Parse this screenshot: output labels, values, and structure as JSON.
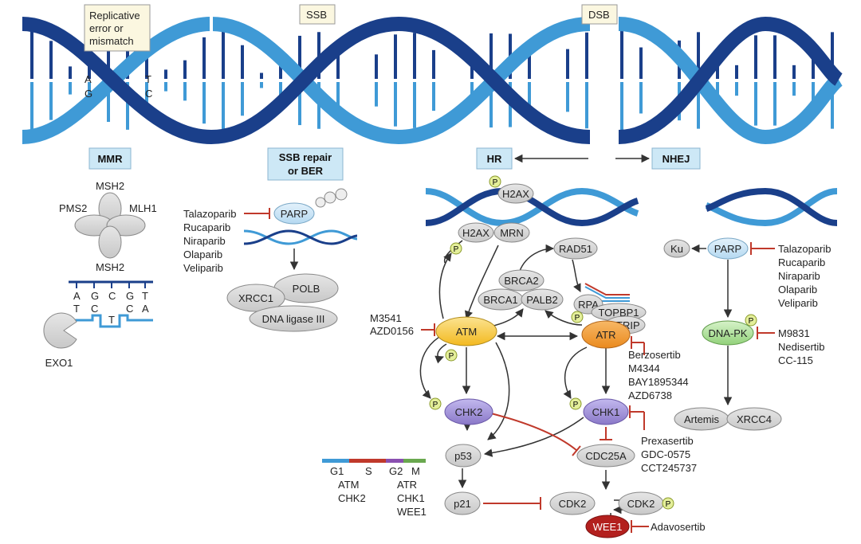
{
  "top_labels": {
    "replicative": [
      "Replicative",
      "error or",
      "mismatch"
    ],
    "ssb": "SSB",
    "dsb": "DSB"
  },
  "base_letters": {
    "left_top": "A",
    "left_bottom": "G",
    "right_top": "T",
    "right_bottom": "C"
  },
  "headers": {
    "mmr": "MMR",
    "ssb_repair": [
      "SSB repair",
      "or BER"
    ],
    "hr": "HR",
    "nhej": "NHEJ"
  },
  "mmr": {
    "msh2_top": "MSH2",
    "pms2": "PMS2",
    "mlh1": "MLH1",
    "msh2_bottom": "MSH2",
    "exo1": "EXO1",
    "top_bases": [
      "A",
      "G",
      "C",
      "G",
      "T"
    ],
    "bottom_bases": [
      "T",
      "C",
      "T",
      "C",
      "A"
    ]
  },
  "ber": {
    "parp_inhibitors": [
      "Talazoparib",
      "Rucaparib",
      "Niraparib",
      "Olaparib",
      "Veliparib"
    ],
    "parp": "PARP",
    "xrcc1": "XRCC1",
    "polb": "POLB",
    "ligase": "DNA ligase III"
  },
  "hr": {
    "p": "P",
    "h2ax_top": "H2AX",
    "h2ax": "H2AX",
    "mrn": "MRN",
    "rad51": "RAD51",
    "brca2": "BRCA2",
    "brca1": "BRCA1",
    "palb2": "PALB2",
    "rpa": "RPA",
    "topbp1": "TOPBP1",
    "atrip": "ATRIP",
    "atm": "ATM",
    "atr": "ATR",
    "atm_inhibitors": [
      "M3541",
      "AZD0156"
    ],
    "atr_inhibitors": [
      "Berzosertib",
      "M4344",
      "BAY1895344",
      "AZD6738"
    ],
    "chk2": "CHK2",
    "chk1": "CHK1",
    "chk1_inhibitors": [
      "Prexasertib",
      "GDC-0575",
      "CCT245737"
    ],
    "p53": "p53",
    "cdc25a": "CDC25A",
    "p21": "p21",
    "cdk2": "CDK2",
    "cdk2p": "CDK2",
    "wee1": "WEE1",
    "wee1_inhibitor": "Adavosertib"
  },
  "nhej": {
    "ku": "Ku",
    "parp": "PARP",
    "parp_inhibitors": [
      "Talazoparib",
      "Rucaparib",
      "Niraparib",
      "Olaparib",
      "Veliparib"
    ],
    "dnapk": "DNA-PK",
    "dnapk_inhibitors": [
      "M9831",
      "Nedisertib",
      "CC-115"
    ],
    "artemis": "Artemis",
    "xrcc4": "XRCC4"
  },
  "cell_cycle": {
    "phases": [
      "G1",
      "S",
      "G2",
      "M"
    ],
    "g1_s_genes": [
      "ATM",
      "CHK2"
    ],
    "g2_m_genes": [
      "ATR",
      "CHK1",
      "WEE1"
    ]
  },
  "colors": {
    "strand_dark": "#1a3f8a",
    "strand_light": "#3f9ad6",
    "header_fill": "#cde8f6",
    "atm_fill": "#f7c948",
    "atr_fill": "#f29a3a",
    "chk_fill": "#9b8bd4",
    "dnapk_fill": "#a8dc94",
    "wee1_fill": "#b3201e",
    "inhibitor_red": "#c0392b",
    "p_fill": "#e4ef9a"
  }
}
